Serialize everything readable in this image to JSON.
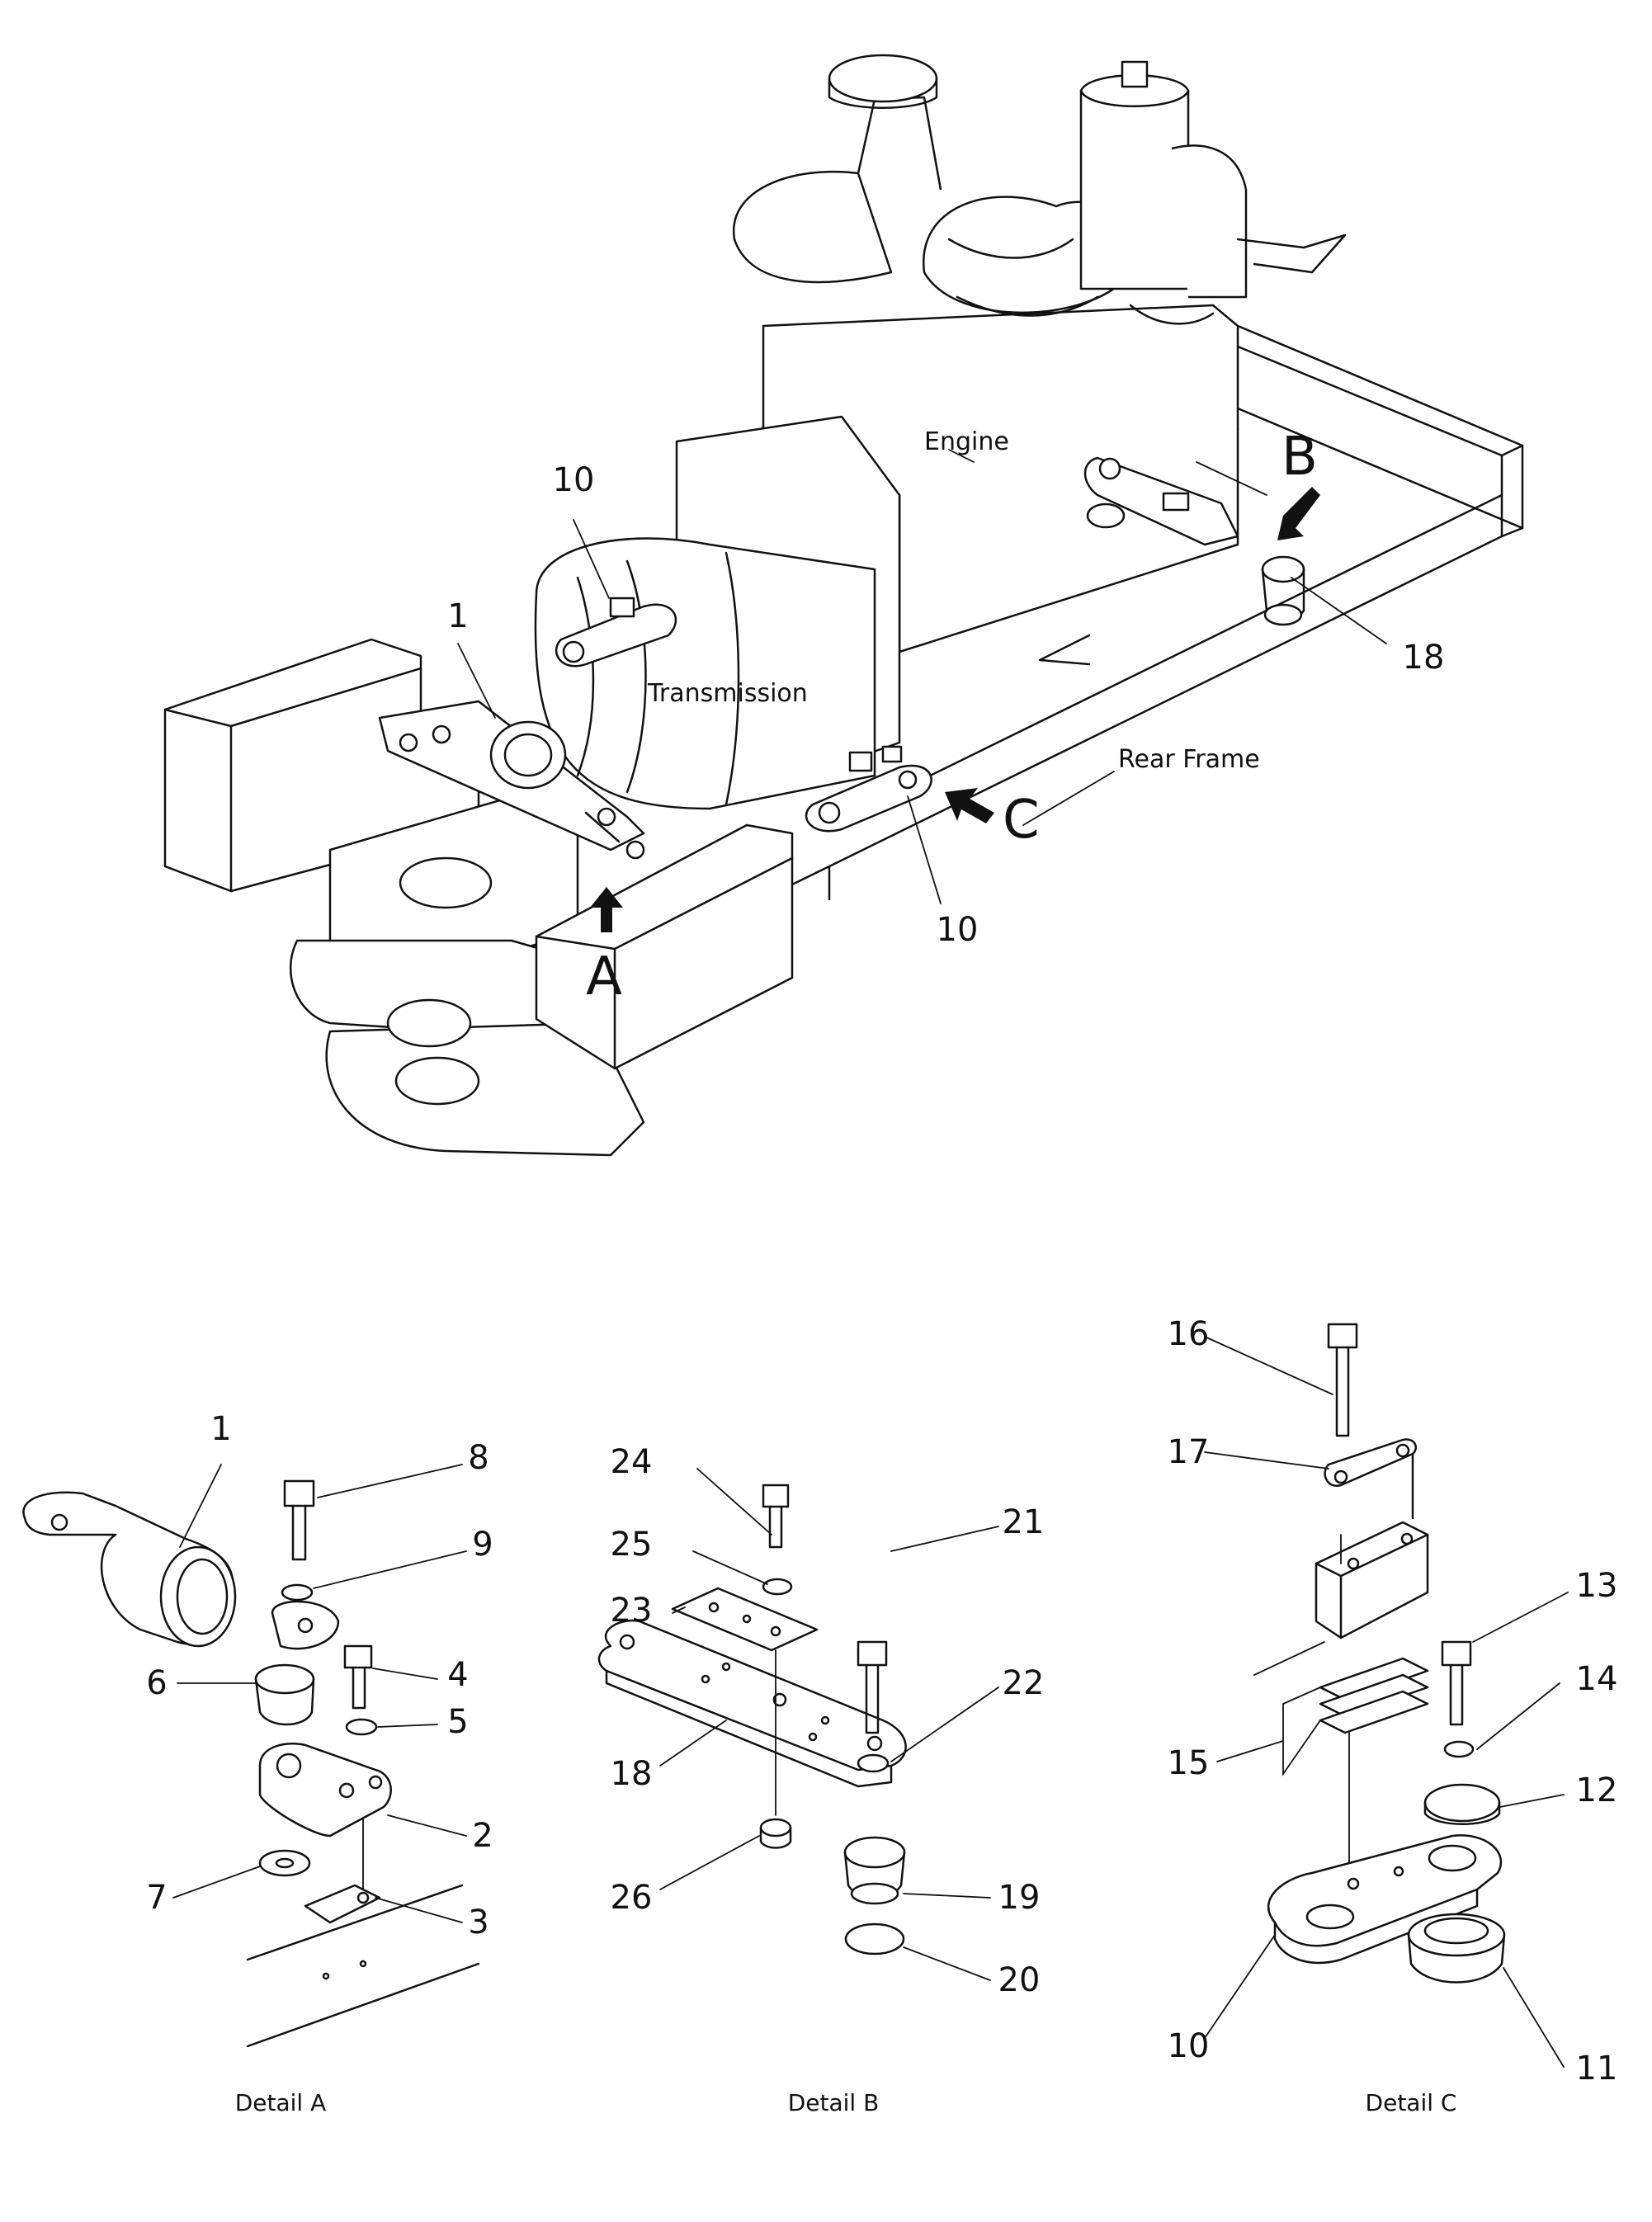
{
  "labels": {
    "engine": "Engine",
    "transmission": "Transmission",
    "rear_frame": "Rear Frame",
    "view_a": "A",
    "view_b": "B",
    "view_c": "C"
  },
  "main_callouts": [
    "10",
    "1",
    "10",
    "18"
  ],
  "detail_a": {
    "caption": "Detail A",
    "callouts": [
      "1",
      "8",
      "9",
      "6",
      "4",
      "5",
      "2",
      "7",
      "3"
    ]
  },
  "detail_b": {
    "caption": "Detail B",
    "callouts": [
      "24",
      "25",
      "23",
      "21",
      "22",
      "18",
      "26",
      "19",
      "20"
    ]
  },
  "detail_c": {
    "caption": "Detail C",
    "callouts": [
      "16",
      "17",
      "13",
      "14",
      "15",
      "12",
      "10",
      "11"
    ]
  }
}
